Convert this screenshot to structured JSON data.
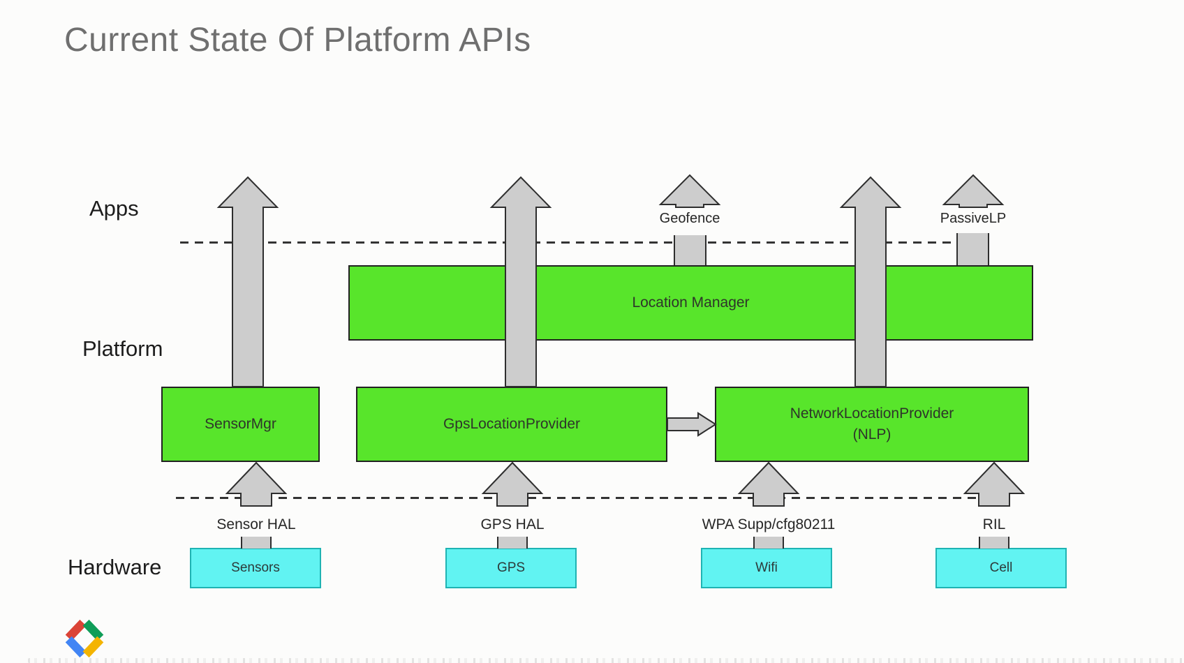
{
  "title": "Current State Of Platform APIs",
  "layer_labels": {
    "apps": "Apps",
    "platform": "Platform",
    "hardware": "Hardware"
  },
  "platform_boxes": {
    "location_manager": {
      "label": "Location Manager"
    },
    "sensor_mgr": {
      "label": "SensorMgr"
    },
    "gps_location_provider": {
      "label": "GpsLocationProvider"
    },
    "network_location_provider": {
      "label_line1": "NetworkLocationProvider",
      "label_line2": "(NLP)"
    }
  },
  "app_api_labels": {
    "geofence": "Geofence",
    "passive_lp": "PassiveLP"
  },
  "hal_labels": {
    "sensor_hal": "Sensor HAL",
    "gps_hal": "GPS HAL",
    "wifi_hal": "WPA Supp/cfg80211",
    "cell_hal": "RIL"
  },
  "hardware_boxes": {
    "sensors": "Sensors",
    "gps": "GPS",
    "wifi": "Wifi",
    "cell": "Cell"
  },
  "icons": {
    "logo": "google-developers-logo"
  },
  "colors": {
    "box-green": "#58e52b",
    "box-border-dark": "#212121",
    "box-text": "#2e352a",
    "box-cyan": "#61f3f2",
    "box-cyan-border": "#1fb3b3",
    "arrow-fill": "#cdcdcd",
    "arrow-stroke": "#2e2e2e",
    "title-gray": "#6f6f6f",
    "logo-red": "#DB4437",
    "logo-blue": "#4285F4",
    "logo-green": "#0F9D58",
    "logo-yellow": "#F4B400"
  }
}
